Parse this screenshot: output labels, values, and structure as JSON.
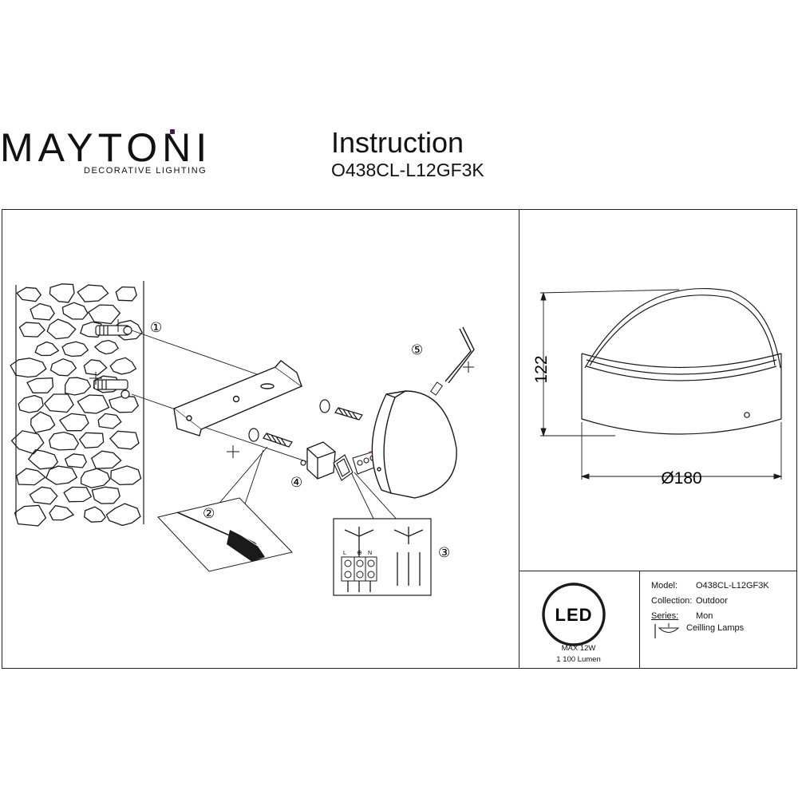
{
  "brand": {
    "name": "MAYTONI",
    "tagline": "DECORATIVE LIGHTING"
  },
  "header": {
    "title": "Instruction",
    "model": "O438CL-L12GF3K"
  },
  "diagram": {
    "step_labels": [
      "①",
      "②",
      "③",
      "④",
      "⑤"
    ],
    "terminals": [
      "L",
      "⊕",
      "N"
    ]
  },
  "dimensions": {
    "height": "122",
    "diameter": "Ø180"
  },
  "led": {
    "badge": "LED",
    "power": "MAX 12W",
    "lumen": "1 100 Lumen"
  },
  "specs": {
    "model_label": "Model:",
    "model_value": "O438CL-L12GF3K",
    "collection_label": "Collection:",
    "collection_value": "Outdoor",
    "series_label": "Series:",
    "series_value": "Mon",
    "type_value": "Ceilling Lamps"
  },
  "colors": {
    "brand_accent": "#4b1550",
    "line": "#1a1a1a",
    "wire_red": "#d43a2a"
  }
}
